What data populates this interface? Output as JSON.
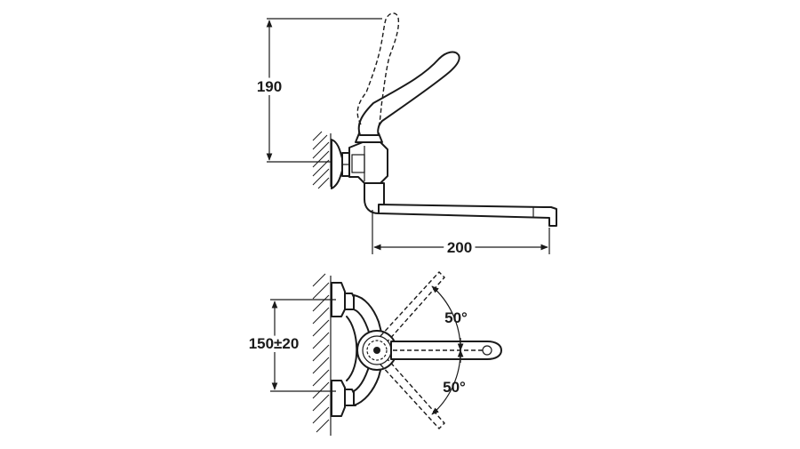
{
  "diagram": {
    "side_view": {
      "height_label": "190",
      "spout_length_label": "200"
    },
    "top_view": {
      "mount_spacing_label": "150±20",
      "swing_angle_upper_label": "50°",
      "swing_angle_lower_label": "50°"
    }
  },
  "colors": {
    "line": "#1a1a1a",
    "background": "#ffffff"
  }
}
